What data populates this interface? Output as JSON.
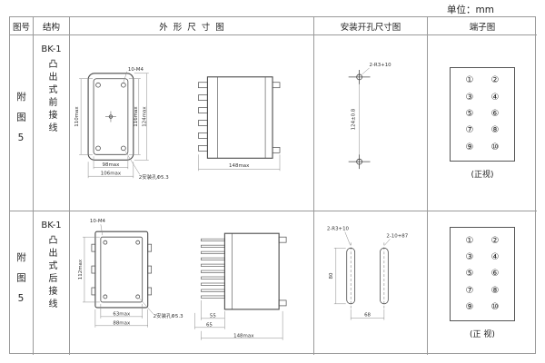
{
  "unit_label": "单位：mm",
  "table": {
    "headers": [
      "图号",
      "结构",
      "外形尺寸图",
      "安装开孔尺寸图",
      "端子图"
    ],
    "rows": [
      {
        "fig_no": "附图5",
        "model": "BK-1",
        "structure": "凸出式前接线",
        "outline": {
          "screw_label": "10-M4",
          "dim_left": "110max",
          "dim_right1": "116max",
          "dim_right2": "124max",
          "dim_bottom1": "98max",
          "dim_bottom2": "106max",
          "hole_label": "2安装孔Φ5.3",
          "dim_side": "148max"
        },
        "mounting": {
          "hole_label": "2-R3+10",
          "dim_vertical": "124±0.8"
        },
        "terminal": {
          "numbers": [
            "①",
            "②",
            "③",
            "④",
            "⑤",
            "⑥",
            "⑦",
            "⑧",
            "⑨",
            "⑩"
          ],
          "caption": "(正视)"
        }
      },
      {
        "fig_no": "附图5",
        "model": "BK-1",
        "structure": "凸出式后接线",
        "outline": {
          "screw_label": "10-M4",
          "dim_left": "112max",
          "dim_bottom1": "63max",
          "dim_bottom2": "88max",
          "hole_label": "2安装孔Φ5.3",
          "dim_blade": "55",
          "dim_blade2": "65",
          "dim_side": "148max"
        },
        "mounting": {
          "hole_label1": "2-R3+10",
          "hole_label2": "2-10+87",
          "dim_vertical": "80",
          "dim_bottom": "68"
        },
        "terminal": {
          "numbers": [
            "①",
            "②",
            "③",
            "④",
            "⑤",
            "⑥",
            "⑦",
            "⑧",
            "⑨",
            "⑩"
          ],
          "caption": "(正 视)"
        }
      }
    ]
  }
}
